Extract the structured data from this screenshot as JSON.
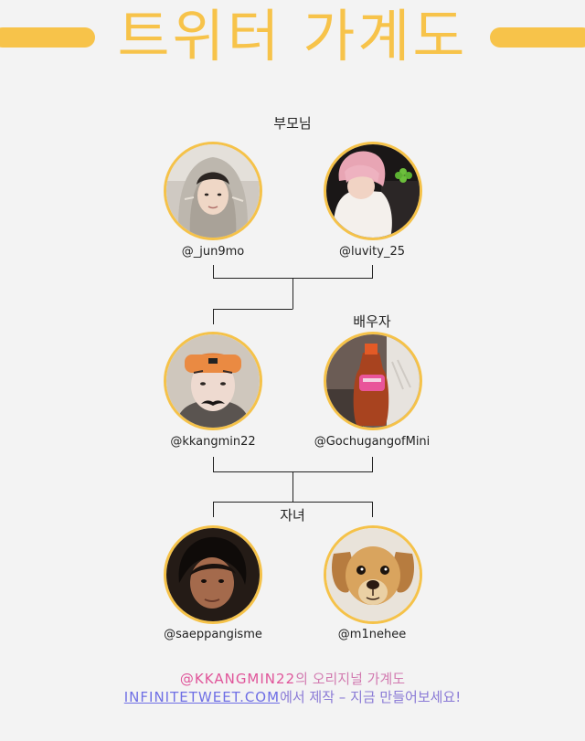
{
  "title": "트위터 가계도",
  "parents_label": "부모님",
  "spouse_label": "배우자",
  "children_label": "자녀",
  "members": {
    "parent1": {
      "handle": "@_jun9mo",
      "avatar_icon": "hooded-boy-avatar"
    },
    "parent2": {
      "handle": "@luvity_25",
      "avatar_icon": "pink-hair-avatar"
    },
    "self": {
      "handle": "@kkangmin22",
      "avatar_icon": "orange-beanie-avatar"
    },
    "spouse": {
      "handle": "@GochugangofMini",
      "avatar_icon": "gochujang-bottle-avatar"
    },
    "child1": {
      "handle": "@saeppangisme",
      "avatar_icon": "dark-selfie-avatar"
    },
    "child2": {
      "handle": "@m1nehee",
      "avatar_icon": "puppy-avatar"
    }
  },
  "footer": {
    "mention": "@KKANGMIN22",
    "line1_suffix": "의 오리지널 가계도",
    "site": "INFINITETWEET.COM",
    "line2_suffix": "에서 제작 – 지금 만들어보세요!"
  },
  "colors": {
    "accent": "#f7c34a",
    "ring": "#f5c249",
    "mention": "#e0559a",
    "link": "#6f6fe5"
  }
}
